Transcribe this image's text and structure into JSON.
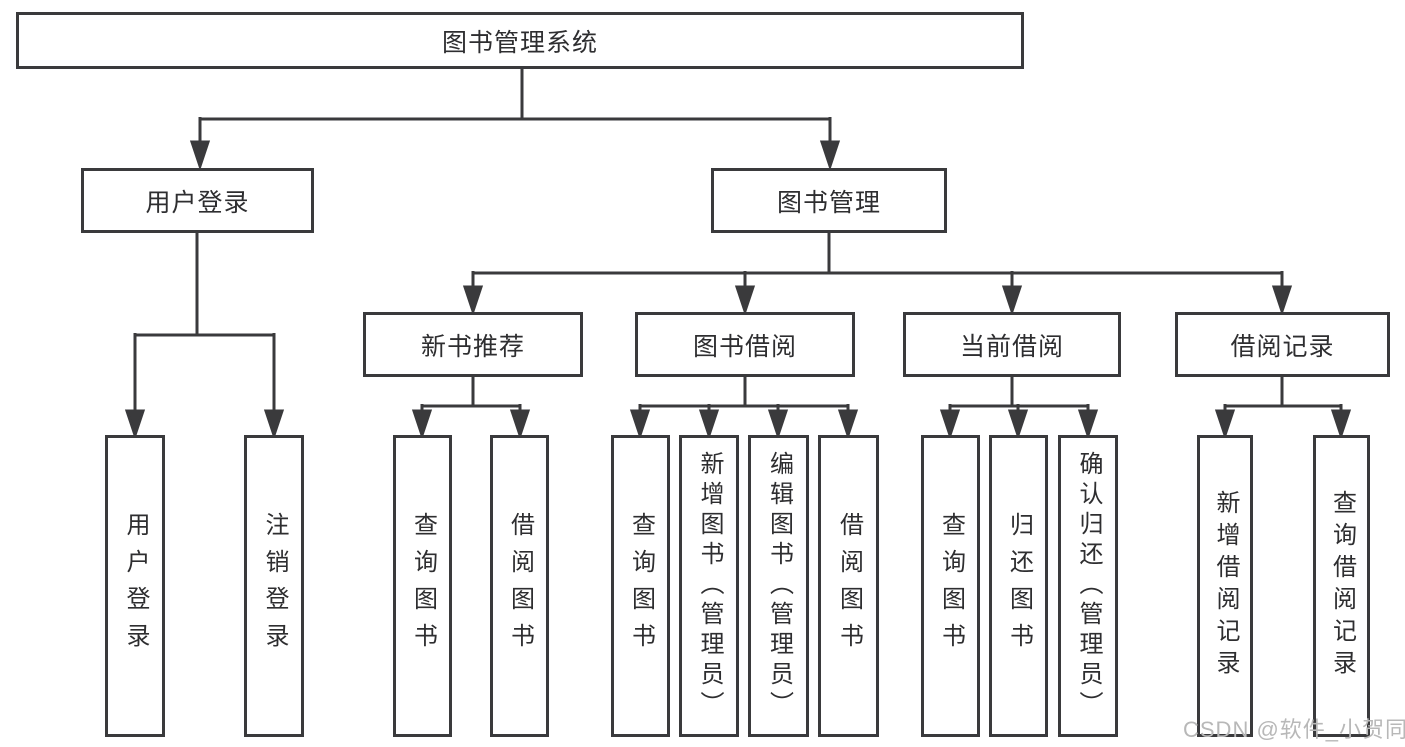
{
  "diagram": {
    "root": {
      "label": "图书管理系统"
    },
    "level2": [
      {
        "label": "用户登录"
      },
      {
        "label": "图书管理"
      }
    ],
    "level3": [
      {
        "label": "新书推荐"
      },
      {
        "label": "图书借阅"
      },
      {
        "label": "当前借阅"
      },
      {
        "label": "借阅记录"
      }
    ],
    "leaves": {
      "login": [
        "用户登录",
        "注销登录"
      ],
      "newbook": [
        "查询图书",
        "借阅图书"
      ],
      "borrow": [
        "查询图书",
        "新增图书（管理员）",
        "编辑图书（管理员）",
        "借阅图书"
      ],
      "current": [
        "查询图书",
        "归还图书",
        "确认归还（管理员）"
      ],
      "records": [
        "新增借阅记录",
        "查询借阅记录"
      ]
    }
  },
  "watermark": {
    "text": "CSDN @软件_小贺同学"
  },
  "colors": {
    "line": "#3a3a3c",
    "text": "#2e2e30",
    "watermark": "#b8b8b8",
    "background": "#ffffff"
  }
}
